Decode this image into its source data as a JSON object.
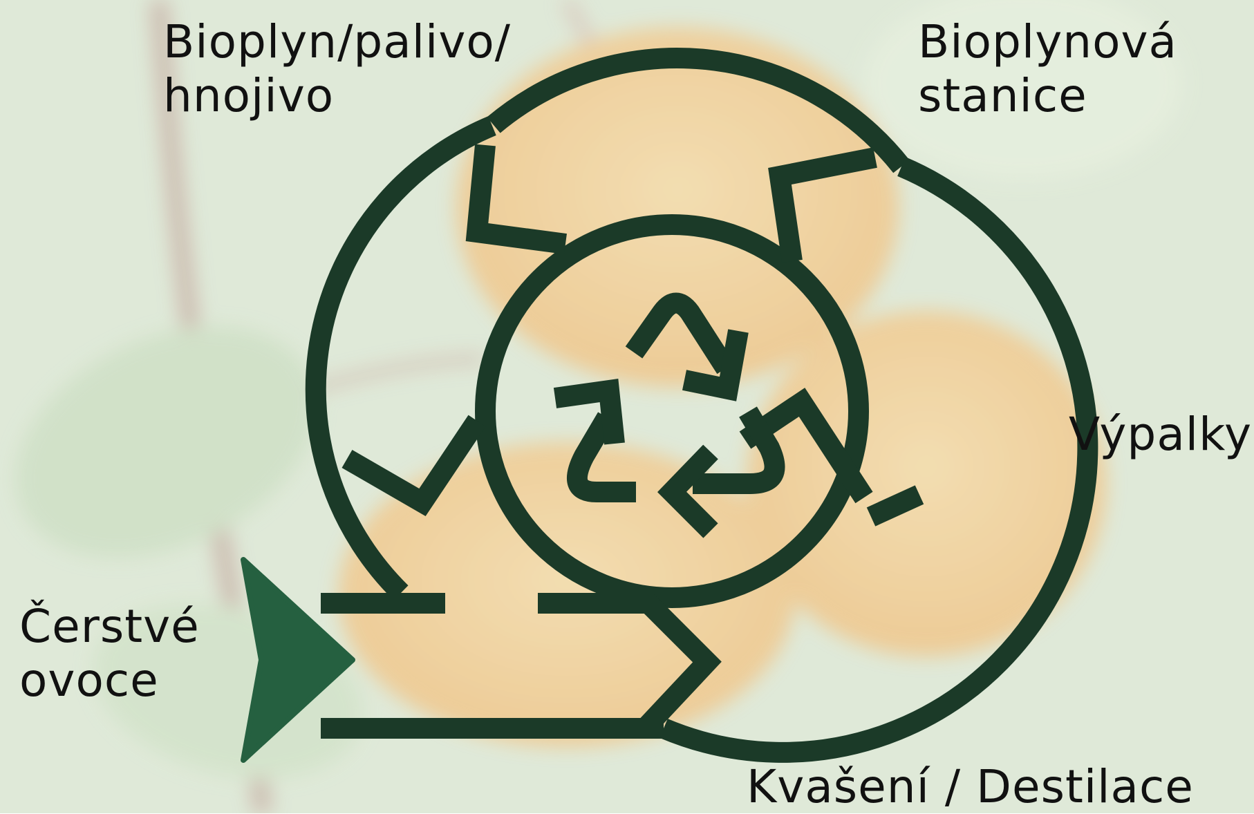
{
  "labels": {
    "biogas_output": {
      "line1": "Bioplyn/palivo/",
      "line2": "hnojivo"
    },
    "biogas_station": {
      "line1": "Bioplynová",
      "line2": "stanice"
    },
    "stillage": "Výpalky",
    "fresh_fruit": {
      "line1": "Čerstvé",
      "line2": "ovoce"
    },
    "fermentation_distillation": "Kvašení / Destilace"
  },
  "colors": {
    "stroke": "#1b3a28",
    "entry_arrow": "#256040",
    "text": "#111111",
    "background": "#dfe9d8",
    "fruit": "#f3cc98"
  },
  "icons": [
    "circular-flow-icon",
    "recycle-icon",
    "entry-arrow-icon"
  ]
}
